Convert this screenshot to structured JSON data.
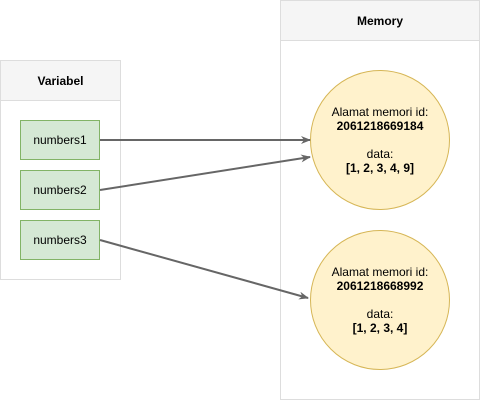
{
  "variabel_panel": {
    "title": "Variabel"
  },
  "memory_panel": {
    "title": "Memory"
  },
  "variables": [
    {
      "label": "numbers1"
    },
    {
      "label": "numbers2"
    },
    {
      "label": "numbers3"
    }
  ],
  "memory": [
    {
      "address_label": "Alamat memori id:",
      "address": "2061218669184",
      "data_label": "data:",
      "data": "[1, 2, 3, 4, 9]"
    },
    {
      "address_label": "Alamat memori id:",
      "address": "2061218668992",
      "data_label": "data:",
      "data": "[1, 2, 3, 4]"
    }
  ],
  "colors": {
    "variable_fill": "#d5e8d4",
    "variable_stroke": "#82b366",
    "memory_fill": "#fff2cc",
    "memory_stroke": "#d6b656",
    "panel_header": "#f5f5f5",
    "arrow": "#666666"
  }
}
